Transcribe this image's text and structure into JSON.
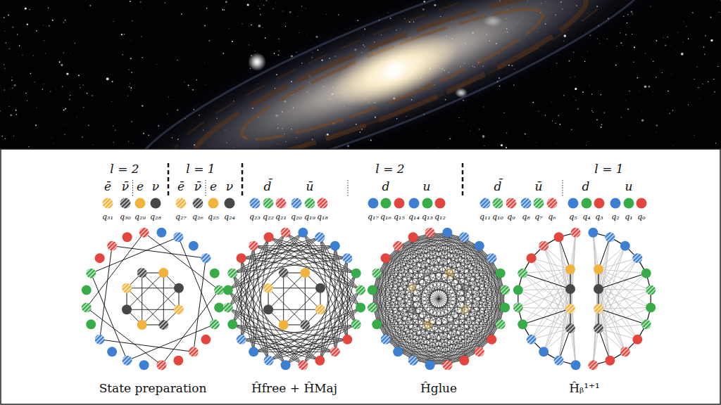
{
  "diagram": {
    "labels": [
      "l = 2",
      "l = 1",
      "l = 2",
      "l = 1",
      "ē",
      "ν̄",
      "e",
      "ν",
      "ē",
      "ν̄",
      "e",
      "ν",
      "d̄",
      "ū",
      "d",
      "u",
      "d̄",
      "ū",
      "d",
      "u",
      "q₃₁",
      "q₃₀",
      "q₂₉",
      "q₂₈",
      "q₂₇",
      "q₂₆",
      "q₂₅",
      "q₂₄",
      "q₂₃",
      "q₂₂",
      "q₂₁",
      "q₂₀",
      "q₁₉",
      "q₁₈",
      "q₁₇",
      "q₁₆",
      "q₁₅",
      "q₁₄",
      "q₁₃",
      "q₁₂",
      "q₁₁",
      "q₁₀",
      "q₉",
      "q₈",
      "q₇",
      "q₆",
      "q₅",
      "q₄",
      "q₃",
      "q₂",
      "q₁",
      "q₀",
      "State preparation",
      "Ĥfree + ĤMaj",
      "Ĥglue",
      "Ĥᵦ¹⁺¹"
    ]
  }
}
